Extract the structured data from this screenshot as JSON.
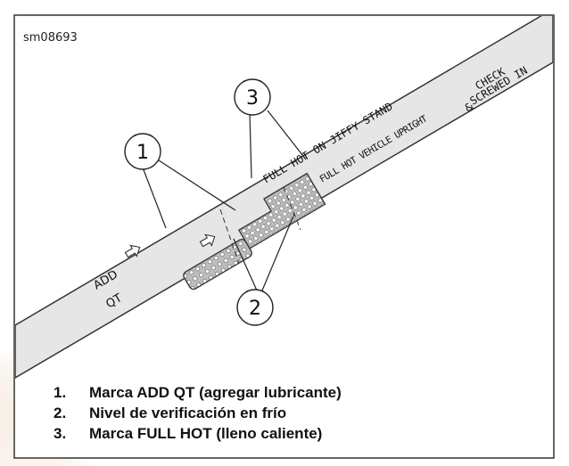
{
  "figure": {
    "id_label": "sm08693",
    "dipstick": {
      "add_text_1": "ADD",
      "add_text_2": "QT",
      "full_hot_jiffy": "FULL HOT ON JIFFY STAND",
      "full_hot_upright": "FULL HOT VEHICLE UPRIGHT",
      "check_text": "CHECK",
      "screwed_text": "SCREWED IN",
      "ampersand": "&"
    },
    "callouts": [
      "1",
      "2",
      "3"
    ]
  },
  "legend": {
    "items": [
      {
        "number": "1.",
        "text": "Marca ADD QT (agregar lubricante)"
      },
      {
        "number": "2.",
        "text": "Nivel de verificación en frío"
      },
      {
        "number": "3.",
        "text": "Marca FULL HOT (lleno caliente)"
      }
    ]
  },
  "colors": {
    "frame": "#333333",
    "strip_fill": "#e6e6e6",
    "hatch_fill": "#b9b9b9",
    "text": "#111111",
    "watermark": "#f7ece2"
  }
}
